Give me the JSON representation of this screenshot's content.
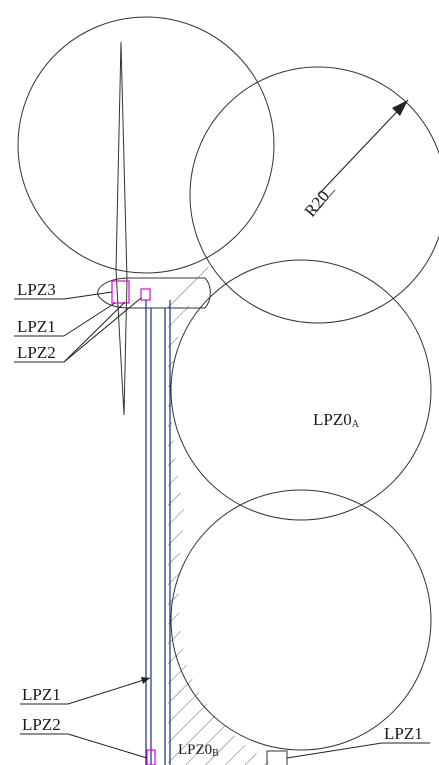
{
  "labels": {
    "lpz3_nacelle": "LPZ3",
    "lpz1_nacelle": "LPZ1",
    "lpz2_nacelle": "LPZ2",
    "lpz1_tower": "LPZ1",
    "lpz2_tower": "LPZ2",
    "lpz1_ground": "LPZ1",
    "zone_a_main": "LPZ0",
    "zone_a_sub": "A",
    "zone_b_main": "LPZ0",
    "zone_b_sub": "B",
    "radius": "R20"
  },
  "colors": {
    "line": "#333333",
    "tower": "#1e2a8a",
    "highlight": "#e000e0"
  }
}
